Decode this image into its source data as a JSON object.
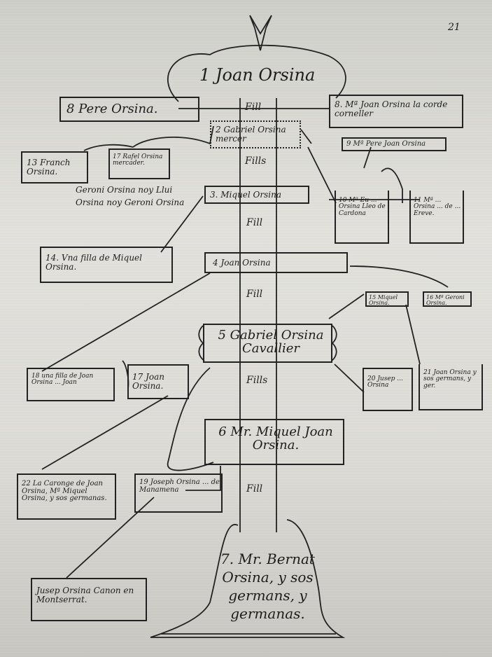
{
  "page_number": "21",
  "trunk_labels": [
    "Fill",
    "Fills",
    "Fill",
    "Fill",
    "Fills",
    "Fill"
  ],
  "nodes": {
    "n1": "1 Joan Orsina",
    "n8": "8 Pere Orsina.",
    "n8b": "8. Mª Joan Orsina la corde corneller",
    "n2": "2 Gabriel Orsina mercer",
    "n9": "9 Mª Pere Joan Orsina",
    "n13": "13 Franch Orsina.",
    "n17a": "17 Rafel Orsina mercader.",
    "names_note": "Geroni Orsina noy Llui Orsina noy Geroni Orsina",
    "n3": "3. Miquel Orsina",
    "n10": "10 Mª Eu ... Orsina Lleo de Cardona",
    "n11": "11 Mª ... Orsina ... de ... Ereve.",
    "n14": "14. Vna filla de Miquel Orsina.",
    "n4": "4 Joan Orsina",
    "n15": "15 Miquel Orsina.",
    "n16": "16 Mª Geroni Orsina.",
    "n5": "5 Gabriel Orsina Cavallier",
    "n18": "18 una filla de Joan Orsina ... Joan",
    "n17b": "17 Joan Orsina.",
    "n20": "20 Jusep ... Orsina",
    "n21": "21 Joan Orsina y sos germans, y ger.",
    "n6": "6 Mr. Miquel Joan Orsina.",
    "n22": "22 La Caronge de Joan Orsina, Mª Miquel Orsina, y sos germanas.",
    "n19": "19 Joseph Orsina ... de Manamena",
    "n_jo": "Jusep Orsina Canon en Montserrat.",
    "n7": "7. Mr. Bernat Orsina, y sos germans, y germanas."
  }
}
